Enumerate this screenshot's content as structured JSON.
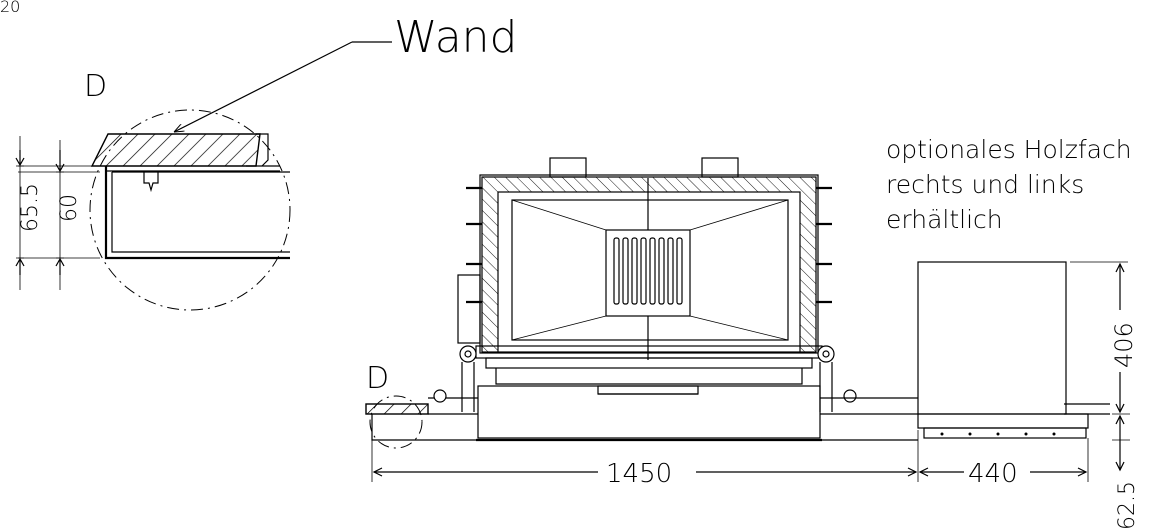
{
  "figure_number": "20",
  "labels": {
    "wall": "Wand",
    "detail_top": "D",
    "detail_bottom": "D",
    "note_line1": "optionales Holzfach",
    "note_line2": "rechts und links",
    "note_line3": "erhältlich"
  },
  "dimensions": {
    "outer_depth": "65.5",
    "inner_depth": "60",
    "width_main": "1450",
    "width_woodbox": "440",
    "height_woodbox": "406",
    "base_height": "62.5"
  }
}
